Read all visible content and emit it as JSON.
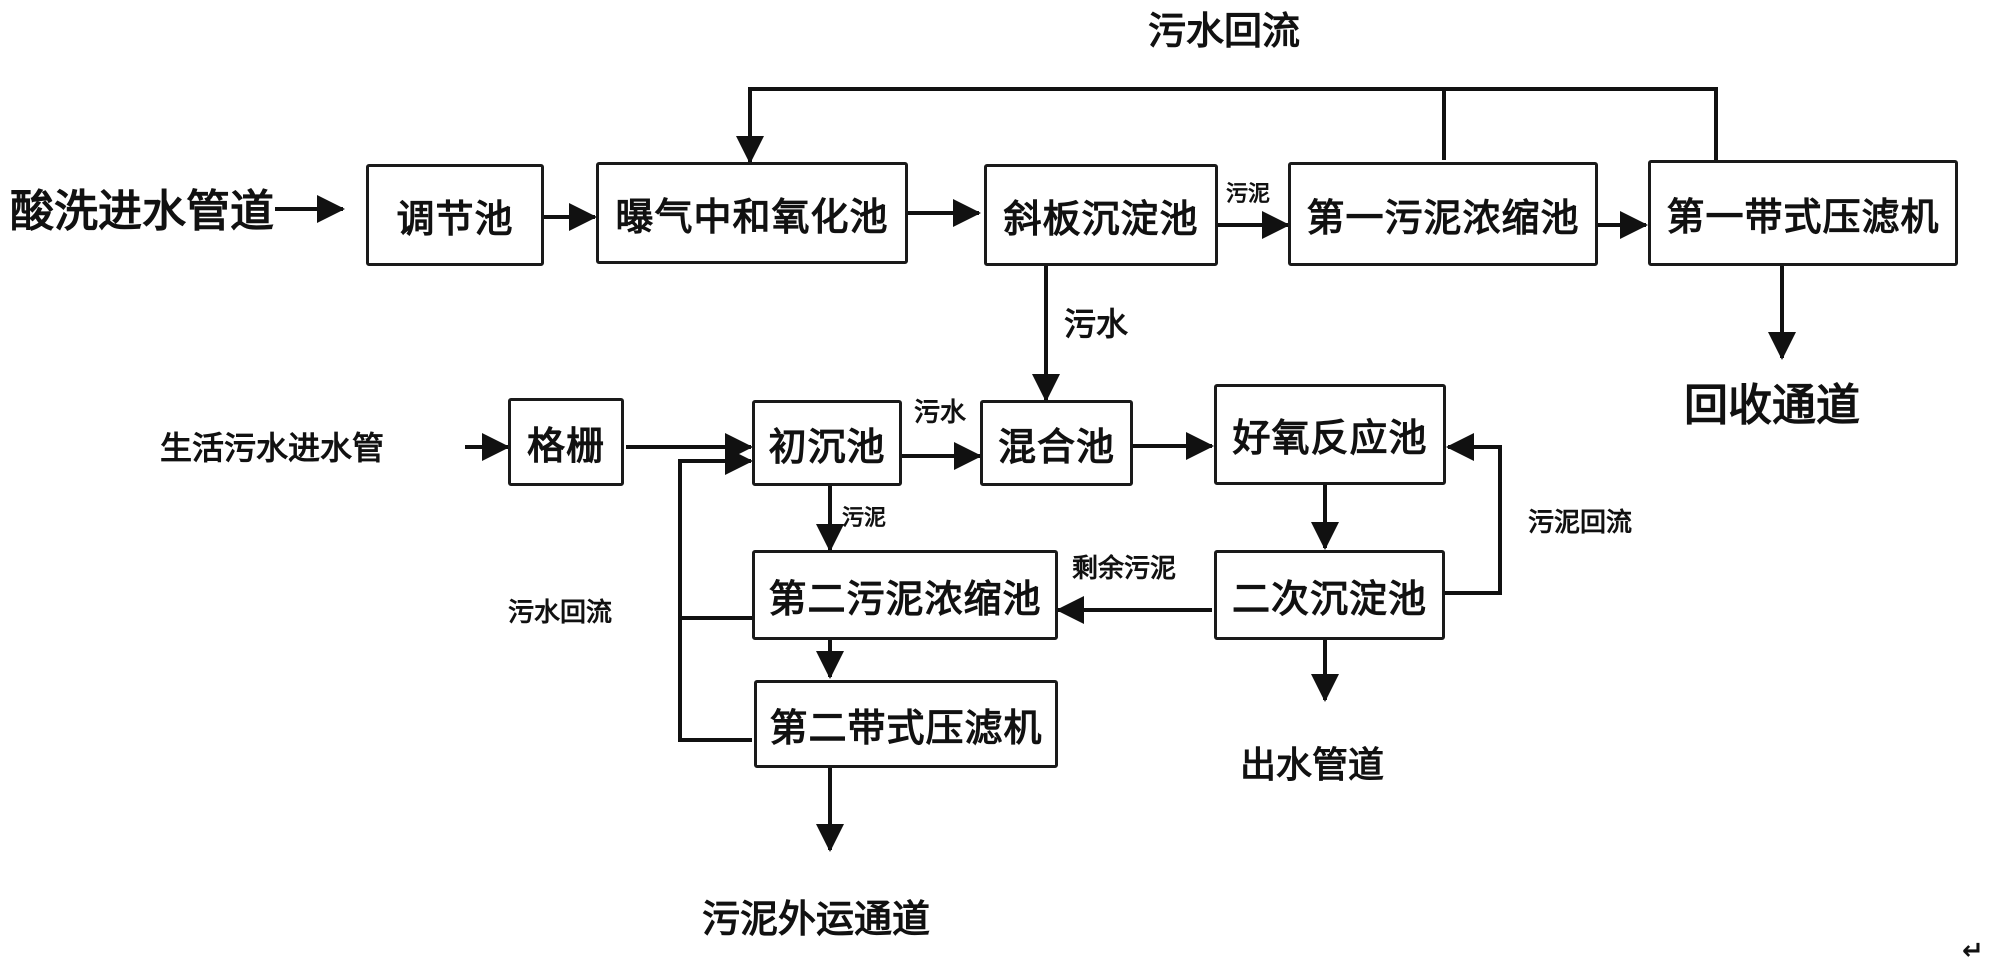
{
  "nodes": {
    "tiaojie": "调节池",
    "puqi": "曝气中和氧化池",
    "xieban": "斜板沉淀池",
    "nongsuo1": "第一污泥浓缩池",
    "yalv1": "第一带式压滤机",
    "geshan": "格栅",
    "chuchen": "初沉池",
    "hunhe": "混合池",
    "haoyang": "好氧反应池",
    "nongsuo2": "第二污泥浓缩池",
    "erci": "二次沉淀池",
    "yalv2": "第二带式压滤机"
  },
  "labels": {
    "inlet_acid": "酸洗进水管道",
    "inlet_domestic": "生活污水进水管",
    "top_return": "污水回流",
    "recovery": "回收通道",
    "outlet_water": "出水管道",
    "sludge_out": "污泥外运通道",
    "sewage1": "污水",
    "sewage2": "污水",
    "sludge_a": "污泥",
    "sludge_b": "污泥",
    "excess_sludge": "剩余污泥",
    "sludge_return": "污泥回流",
    "left_return": "污水回流",
    "mark": "↵"
  }
}
